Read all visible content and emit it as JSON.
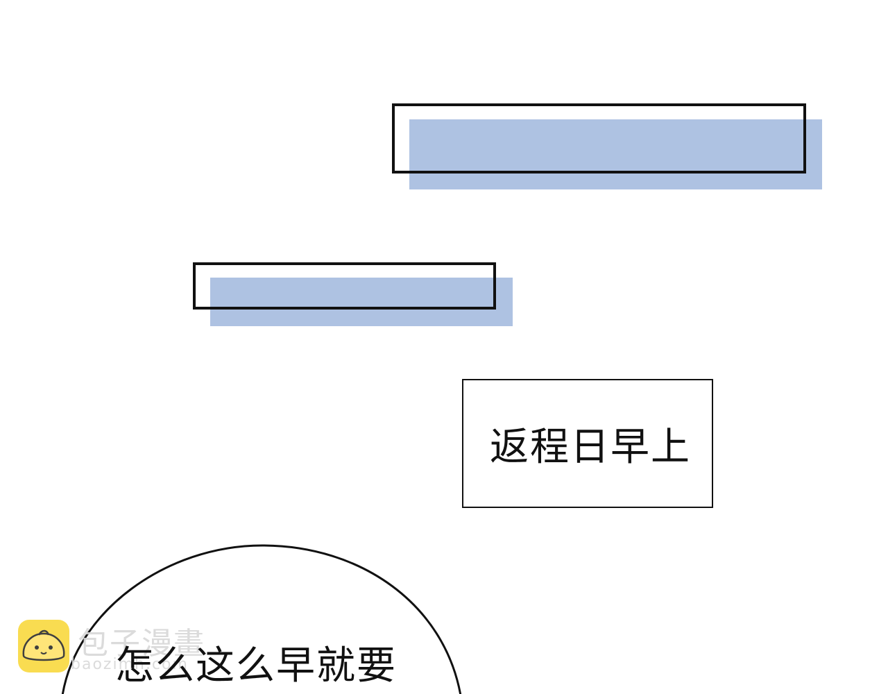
{
  "panel": {
    "caption_box_text": "返程日早上",
    "speech_bubble_text": "怎么这么早就要"
  },
  "watermark": {
    "title": "包子漫畫",
    "subtitle": "baozimh.com",
    "icon": "bun-mascot-icon"
  },
  "colors": {
    "background": "#ffffff",
    "bar_fill": "#aec2e2",
    "ink": "#111111",
    "watermark_icon": "#f9d93f"
  }
}
